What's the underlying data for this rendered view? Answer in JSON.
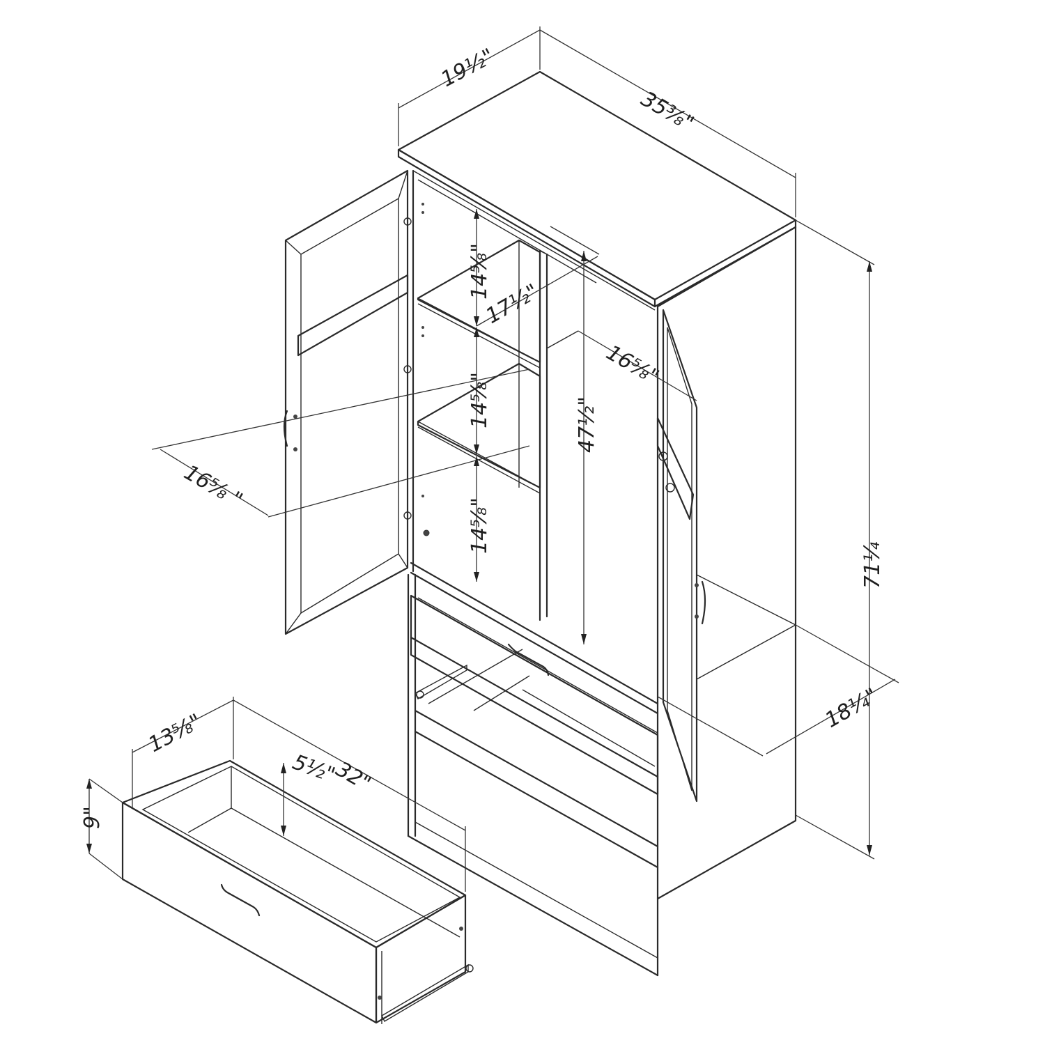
{
  "diagram": {
    "dimensions": {
      "top_depth": "19½\"",
      "top_width": "35⅜\"",
      "total_height": "71¼",
      "base_depth": "18¼\"",
      "interior_height": "47½\"",
      "shelf_gap_top": "14⅝\"",
      "shelf_gap_middle": "14⅝\"",
      "shelf_gap_bottom": "14⅝\"",
      "shelf_width": "17½\"",
      "right_interior_width": "16⅝\"",
      "door_width": "16⅝ \"",
      "drawer_depth": "13⅝\"",
      "drawer_width": "32\"",
      "drawer_inner_height": "5½\"",
      "drawer_height": "9\""
    }
  }
}
